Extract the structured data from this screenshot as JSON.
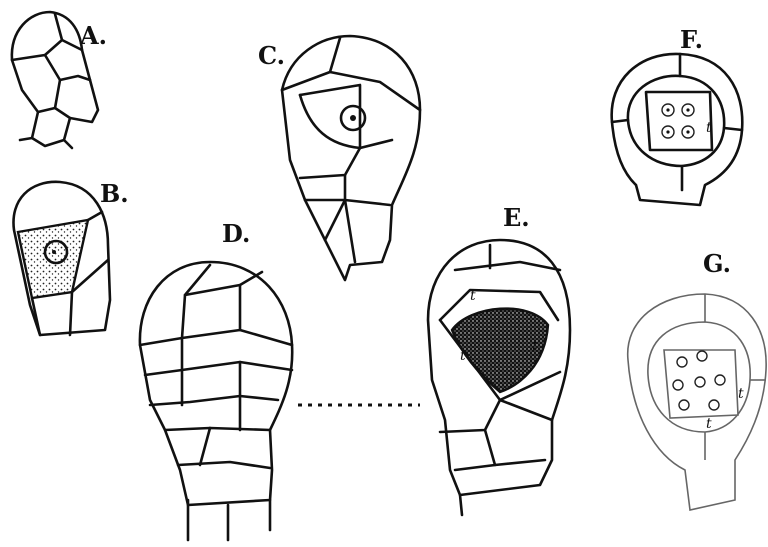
{
  "labels": {
    "a": "A.",
    "b": "B.",
    "c": "C.",
    "d": "D.",
    "e": "E.",
    "f": "F.",
    "g": "G."
  },
  "annotations": {
    "tapetum": "t"
  }
}
